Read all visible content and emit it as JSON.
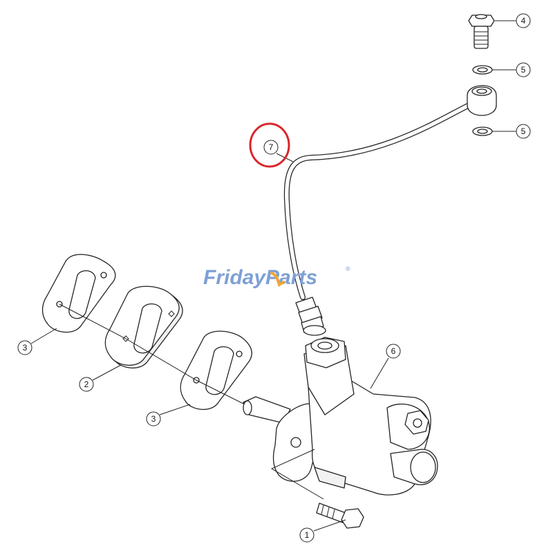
{
  "callouts": {
    "c1": "1",
    "c2": "2",
    "c3a": "3",
    "c3b": "3",
    "c4": "4",
    "c5a": "5",
    "c5b": "5",
    "c6": "6",
    "c7": "7"
  },
  "watermark": {
    "brand_part1": "Friday",
    "brand_part2": "Parts",
    "trademark": "®"
  },
  "highlight": {
    "color": "#d9262b",
    "target_callout": "7"
  },
  "colors": {
    "brand_blue": "#7ea0d6",
    "brand_orange": "#f2a634",
    "line": "#222222"
  }
}
